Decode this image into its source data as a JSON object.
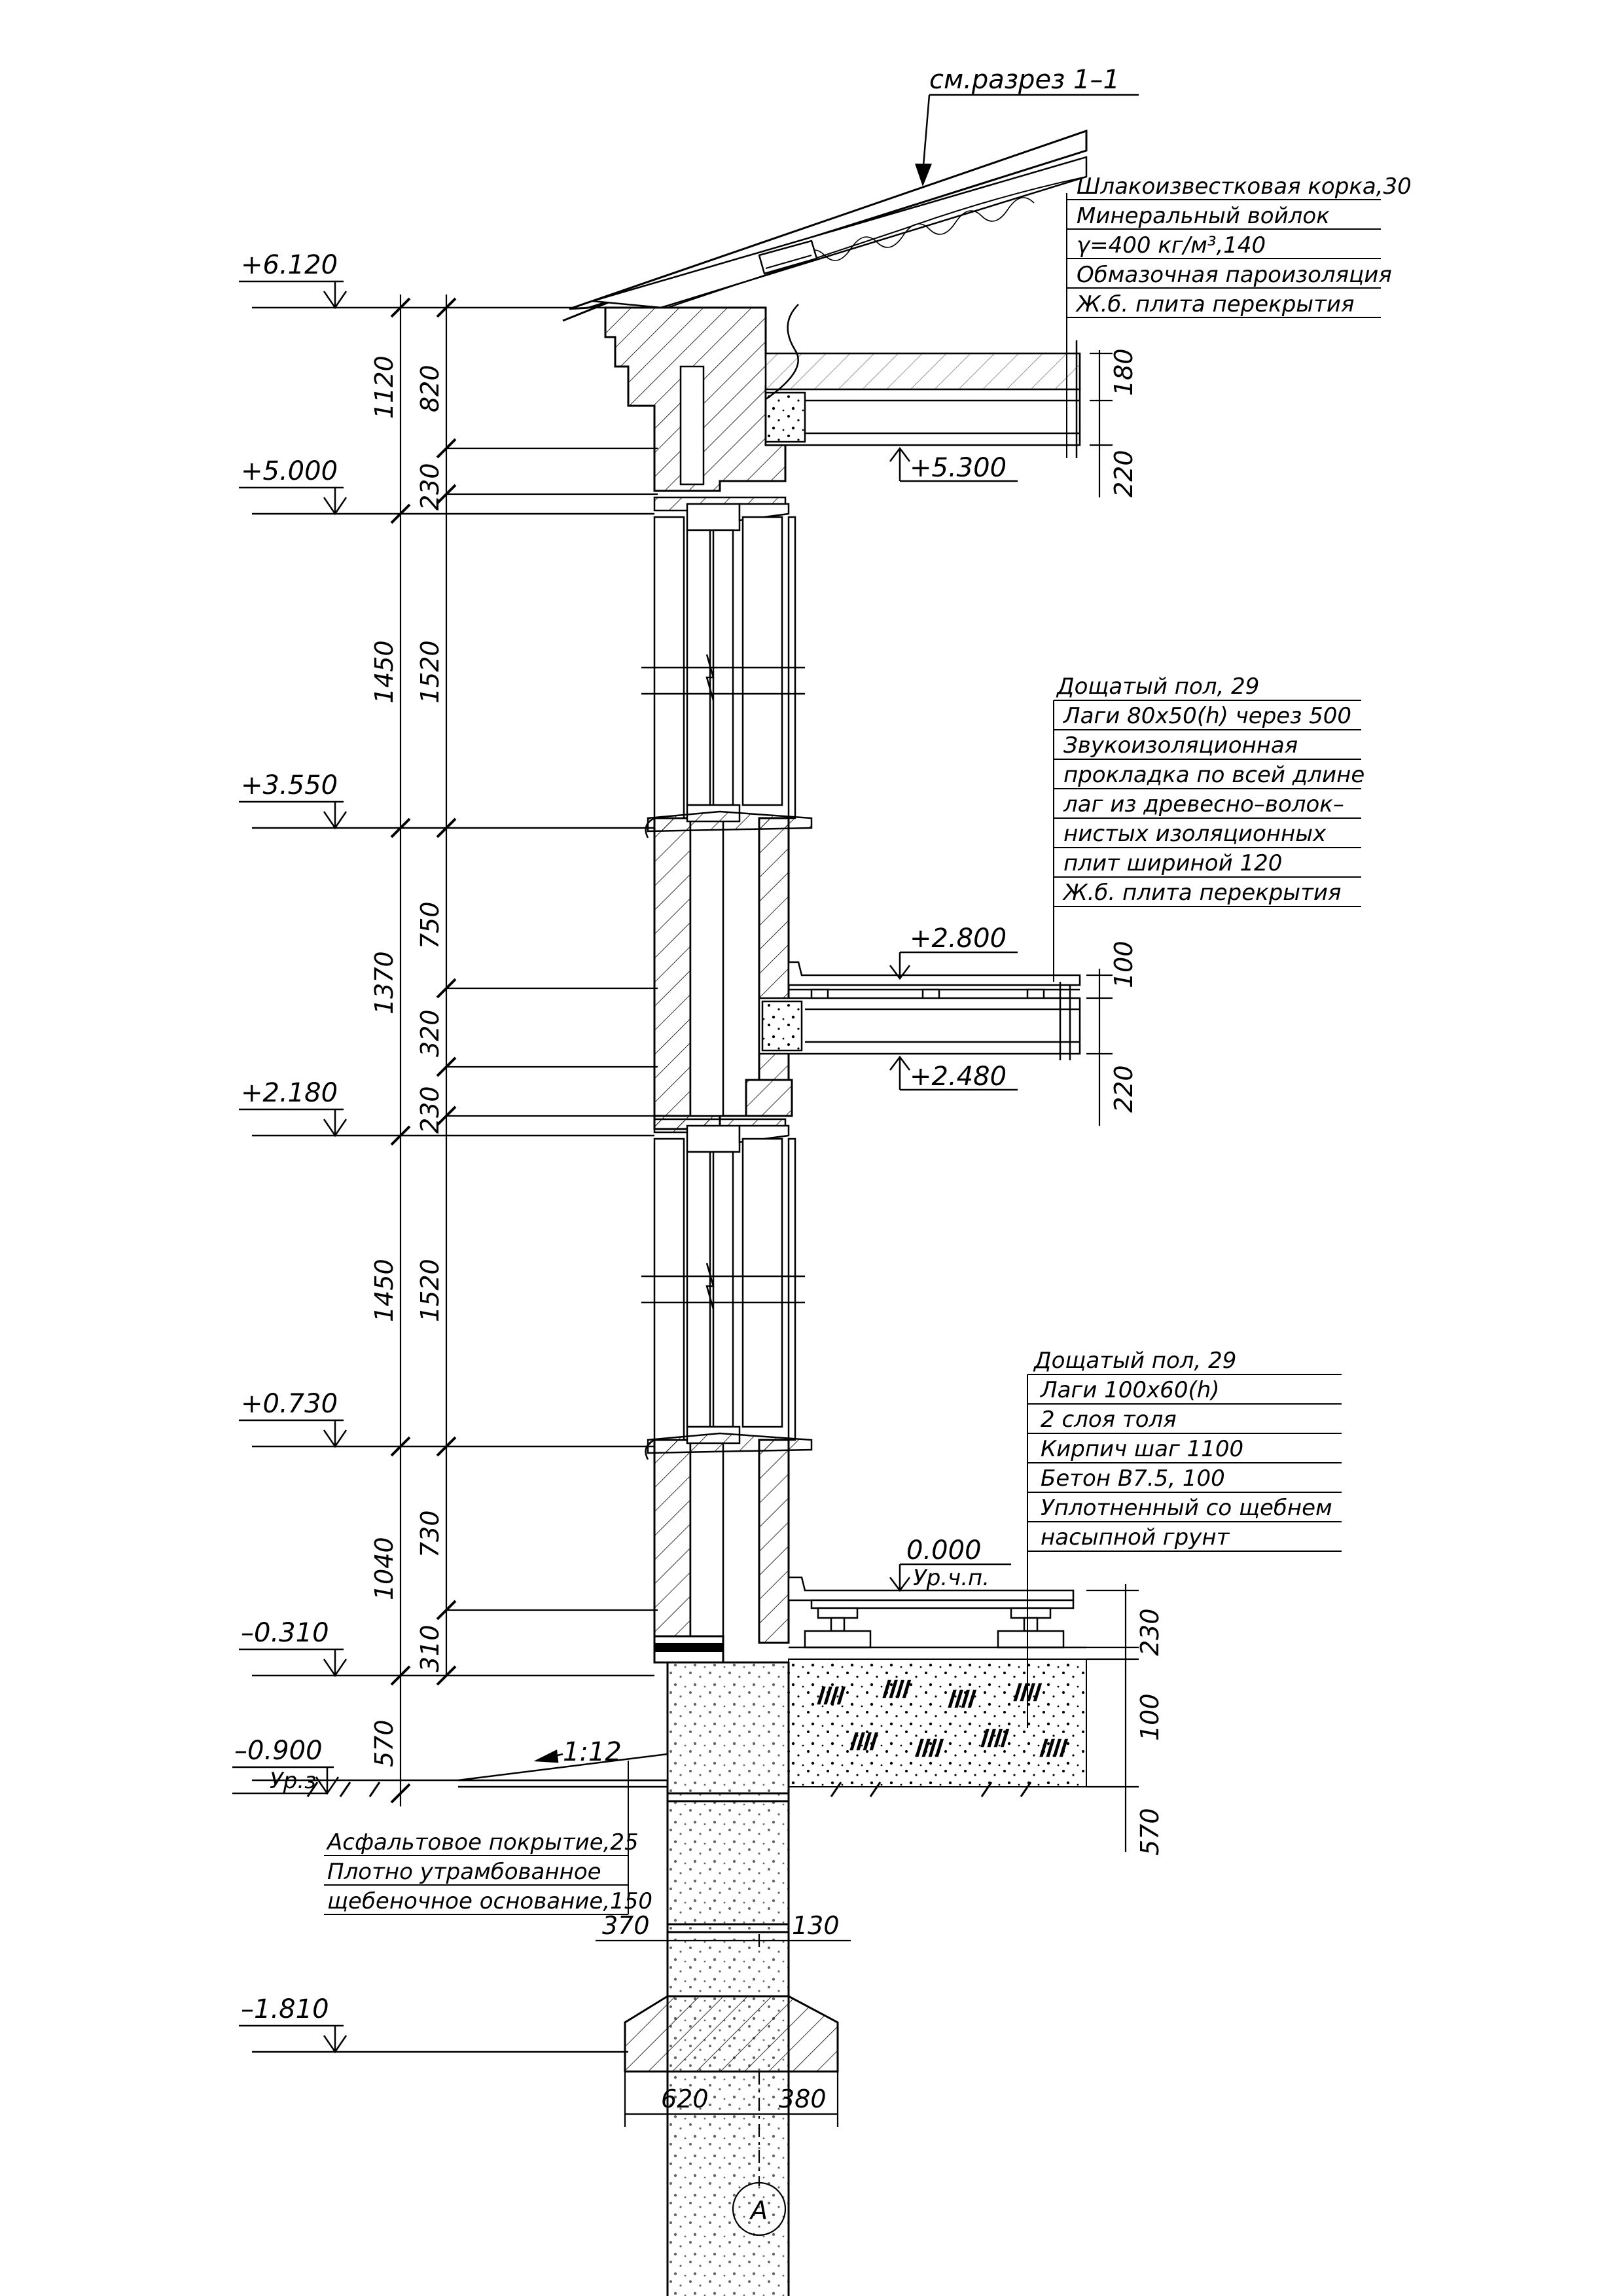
{
  "section_ref": "см.разрез 1–1",
  "roof_layers": [
    "Шлакоизвестковая корка,30",
    "Минеральный войлок",
    "γ=400 кг/м³,140",
    "Обмазочная пароизоляция",
    "Ж.б. плита перекрытия"
  ],
  "floor2_layers": [
    "Дощатый пол, 29",
    "Лаги 80х50(h) через 500",
    "Звукоизоляционная",
    "прокладка по всей длине",
    "лаг из древесно–волок–",
    "нистых изоляционных",
    "плит шириной 120",
    "Ж.б. плита перекрытия"
  ],
  "floor1_layers": [
    "Дощатый пол, 29",
    "Лаги 100х60(h)",
    "2 слоя толя",
    "Кирпич шаг 1100",
    "Бетон В7.5, 100",
    "Уплотненный со щебнем",
    "насыпной грунт"
  ],
  "pavement_layers": [
    "Асфальтовое покрытие,25",
    "Плотно утрамбованное",
    "щебеночное основание,150"
  ],
  "levels": {
    "l6120": "+6.120",
    "l5000": "+5.000",
    "l3550": "+3.550",
    "l2180": "+2.180",
    "l0730": "+0.730",
    "lm0310": "–0.310",
    "lm0900": "–0.900",
    "lm1810": "–1.810",
    "l5300": "+5.300",
    "l2800": "+2.800",
    "l2480": "+2.480",
    "l0000": "0.000"
  },
  "level_notes": {
    "ground": "Ур.з",
    "floor": "Ур.ч.п."
  },
  "slope": "1:12",
  "dims_outer": [
    "1120",
    "1450",
    "1370",
    "1450",
    "1040",
    "570"
  ],
  "dims_inner": [
    "820",
    "230",
    "1520",
    "750",
    "320",
    "230",
    "1520",
    "730",
    "310"
  ],
  "dims_right": [
    "180",
    "220",
    "100",
    "220",
    "230",
    "100",
    "570"
  ],
  "dims_footing": [
    "370",
    "130",
    "620",
    "380"
  ],
  "axis_label": "А"
}
